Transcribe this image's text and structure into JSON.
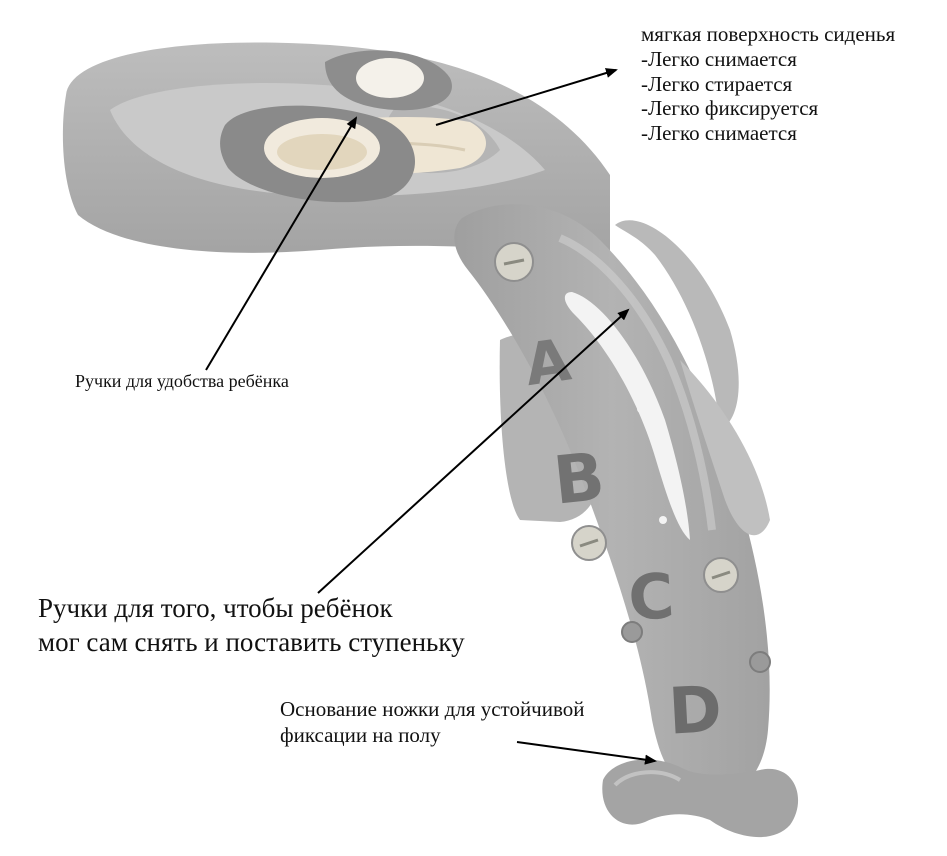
{
  "title": "",
  "colors": {
    "body": "#a9a9a9",
    "body_light": "#c4c4c4",
    "body_dark": "#8a8a8a",
    "letters": "#6f6f6f",
    "screws": "#d8d6cc",
    "pad": "#efe6d4",
    "arrow": "#000000"
  },
  "annotations": {
    "seat_surface": {
      "heading": "мягкая поверхность сиденья",
      "features": [
        "-Легко снимается",
        "-Легко стирается",
        "-Легко фиксируется",
        "-Легко снимается"
      ]
    },
    "child_handles": "Ручки для удобства ребёнка",
    "step_handles": [
      "Ручки для того, чтобы ребёнок",
      "мог сам снять и поставить ступеньку"
    ],
    "foot_base": [
      "Основание ножки для устойчивой",
      "фиксации на полу"
    ]
  },
  "ladder_letters": [
    "A",
    "B",
    "C",
    "D"
  ]
}
